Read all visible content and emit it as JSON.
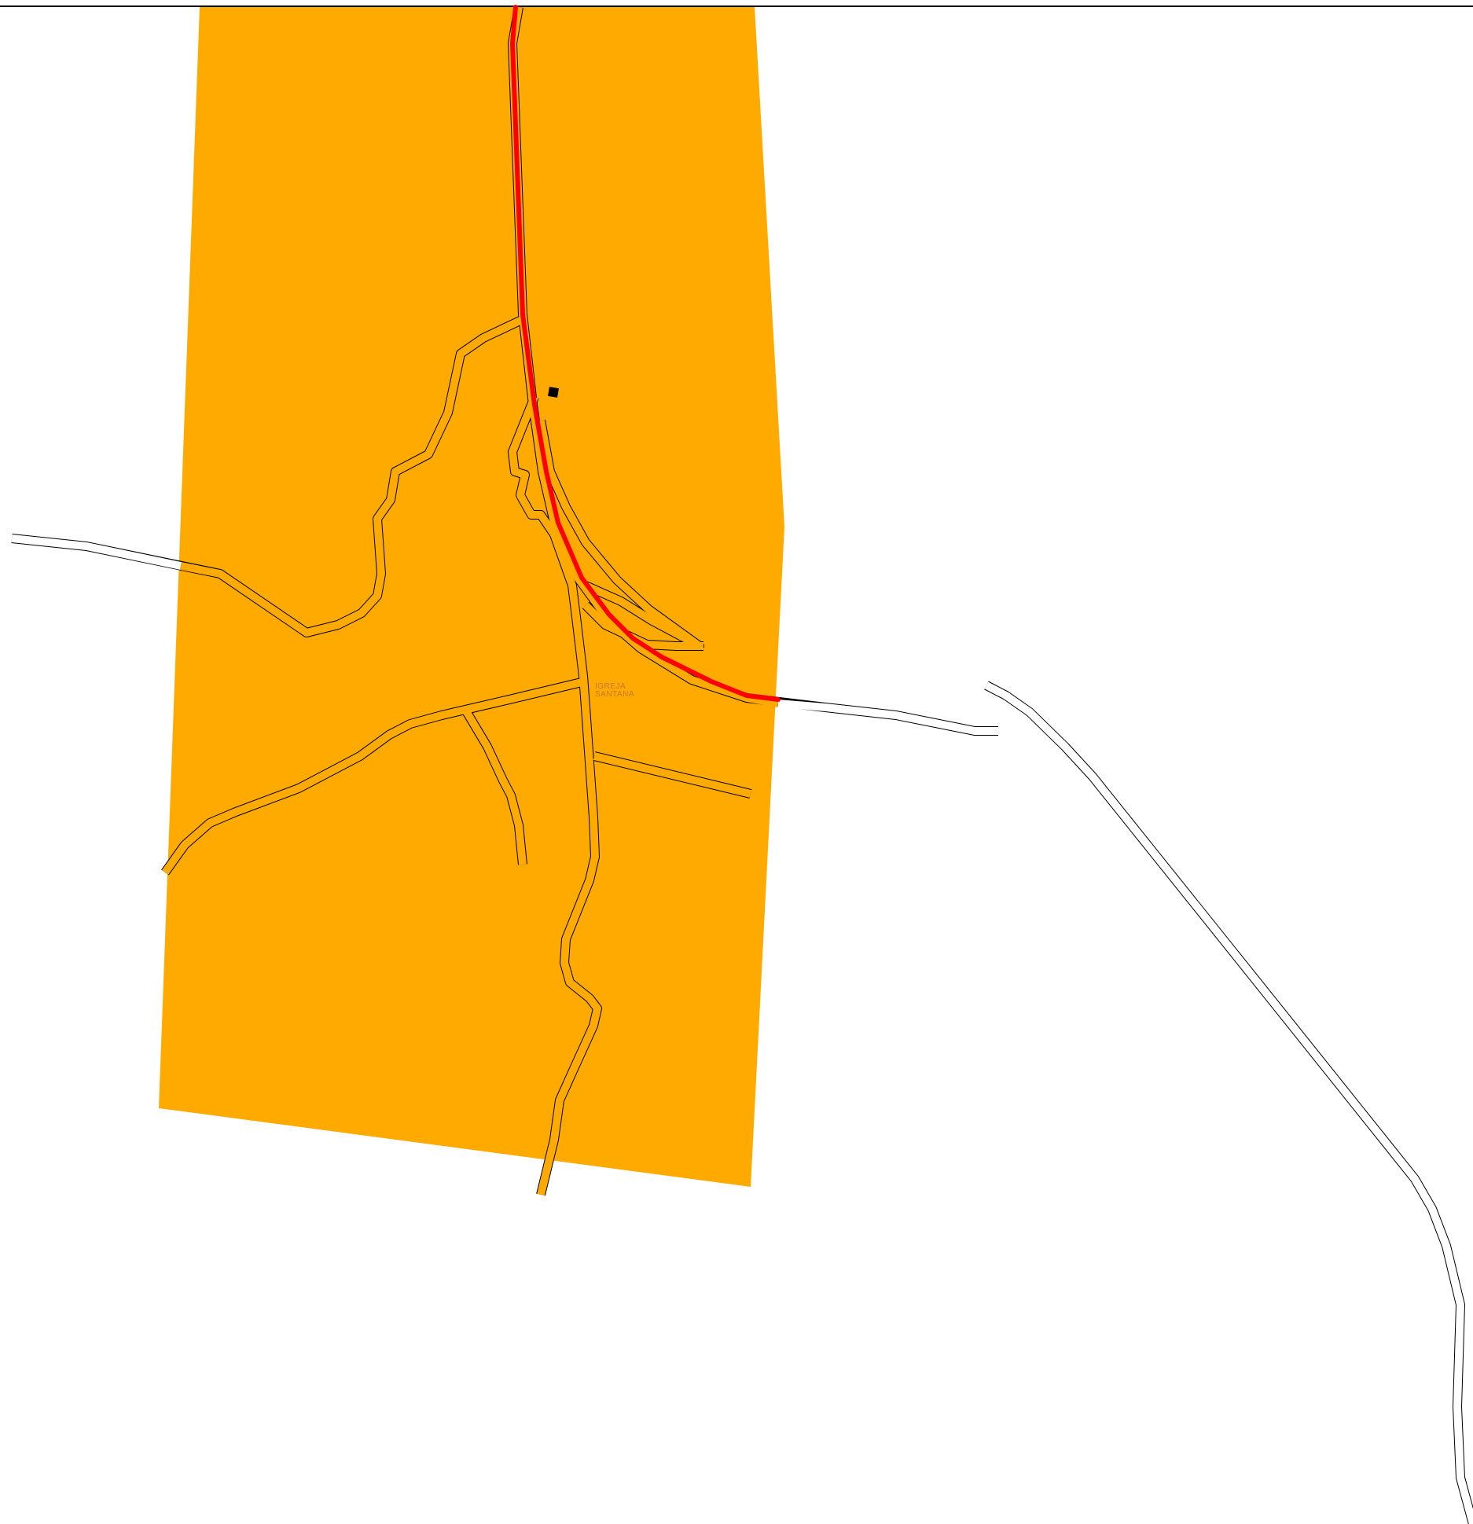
{
  "map": {
    "colors": {
      "area_fill": "#FFAA00",
      "route": "#FF0000",
      "road_casing": "#000000",
      "road_fill_outside": "#FFFFFF",
      "label": "#C8782A",
      "border": "#000000"
    },
    "place_label": {
      "line1": "IGREJA",
      "line2": "SANTANA"
    },
    "features": {
      "highlighted_area": "area",
      "highlighted_route": "route",
      "roads": "road-network"
    }
  }
}
